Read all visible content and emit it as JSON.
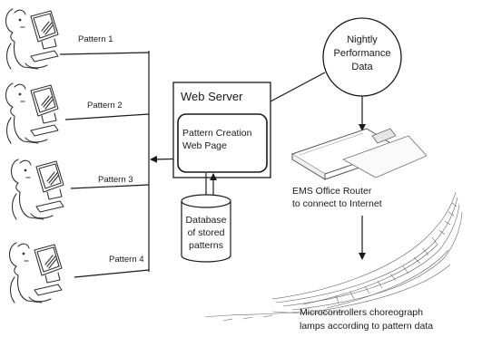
{
  "patterns": [
    "Pattern 1",
    "Pattern 2",
    "Pattern 3",
    "Pattern 4"
  ],
  "web_server": {
    "title": "Web Server",
    "inner_line1": "Pattern Creation",
    "inner_line2": "Web Page"
  },
  "database": {
    "line1": "Database",
    "line2": "of stored",
    "line3": "patterns"
  },
  "performance": {
    "line1": "Nightly",
    "line2": "Performance",
    "line3": "Data"
  },
  "router": {
    "line1": "EMS Office Router",
    "line2": "to connect to Internet"
  },
  "microcontrollers": {
    "line1": "Microcontrollers choreograph",
    "line2": "lamps according to pattern data"
  }
}
